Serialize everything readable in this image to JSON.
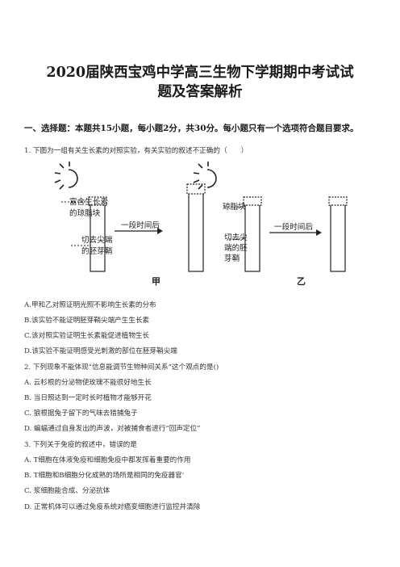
{
  "doc": {
    "title_line1": "2020届陕西宝鸡中学高三生物下学期期中考试试",
    "title_line2": "题及答案解析",
    "section_heading": "一、选择题：本题共15小题，每小题2分，共30分。每小题只有一个选项符合题目要求。",
    "questions": [
      {
        "stem": "1. 下图为一组有关生长素的对照实验，有关实验的叙述不正确的（　　）",
        "options": [
          "A.甲和乙对照证明光照不影响生长素的分布",
          "B.该实验不能证明胚芽鞘尖端产生生长素",
          "C.该对照实验证明生长素能促进植物生长",
          "D.该实验不能证明感受光刺激的部位在胚芽鞘尖端"
        ]
      },
      {
        "stem": "2. 下列现象不能体现“信息能调节生物种间关系”这个观点的是()",
        "options": [
          "A. 云杉根的分泌物使玫瑰不能很好地生长",
          "B. 当日照达到一定时长时植物才能够开花",
          "C. 狼根据兔子留下的气味去猎捕兔子",
          "D. 蝙蝠通过自身发出的声波，对被捕食者进行“回声定位”"
        ]
      },
      {
        "stem": "3. 下列关于免疫的叙述中，错误的是",
        "options": [
          "A. T细胞在体液免疫和细胞免疫中都发挥着重要的作用",
          "B. T细胞和B细胞分化成熟的场所是相同的免疫器官'",
          "C. 浆细胞能合成、分泌抗体",
          "D. 正常机体可以通过免疫系统对癌变细胞进行监控并清除"
        ]
      }
    ]
  },
  "figure": {
    "jia": {
      "block_label_line1": "富含生长素",
      "block_label_line2": "的琼脂块",
      "cut_label_line1": "切去尖端",
      "cut_label_line2": "的胚芽鞘",
      "arrow_text": "一段时间后",
      "caption": "甲"
    },
    "yi": {
      "block_label": "琼脂块",
      "cut_label_line1": "切去尖",
      "cut_label_line2": "端的胚",
      "cut_label_line3": "芽鞘",
      "arrow_text": "一段时间后",
      "caption": "乙"
    },
    "icons": [
      "sun-icon",
      "sun-icon"
    ]
  }
}
